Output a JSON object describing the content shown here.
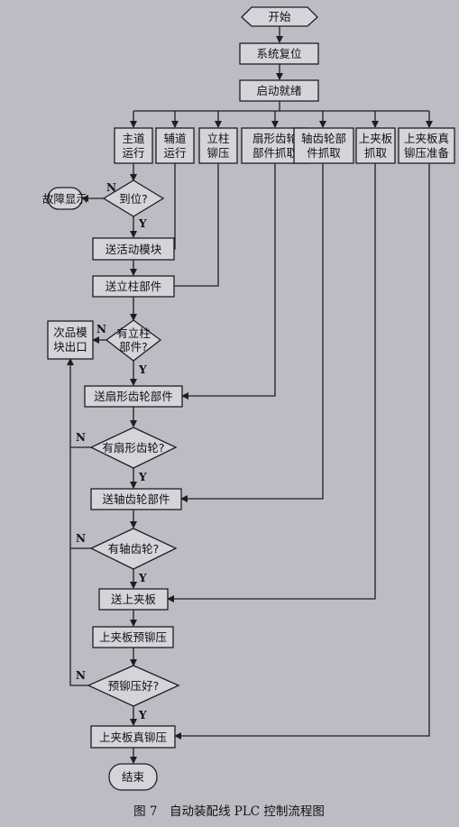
{
  "nodes": {
    "start": "开始",
    "reset": "系统复位",
    "ready": "启动就绪",
    "main_lane": [
      "主道",
      "运行"
    ],
    "aux_lane": [
      "辅道",
      "运行"
    ],
    "column_press": [
      "立柱",
      "铆压"
    ],
    "sector_gear_grab": [
      "扇形齿轮",
      "部件抓取"
    ],
    "shaft_gear_grab": [
      "轴齿轮部",
      "件抓取"
    ],
    "upper_plate_grab": [
      "上夹板",
      "抓取"
    ],
    "upper_plate_prep": [
      "上夹板真",
      "铆压准备"
    ],
    "in_position": "到位?",
    "fault_display": "故障显示",
    "send_moving_module": "送活动模块",
    "send_column_part": "送立柱部件",
    "has_column": [
      "有立柱",
      "部件?"
    ],
    "defective_out": [
      "次品模",
      "块出口"
    ],
    "send_sector_gear": "送扇形齿轮部件",
    "has_sector_gear": "有扇形齿轮?",
    "send_shaft_gear": "送轴齿轮部件",
    "has_shaft_gear": "有轴齿轮?",
    "send_upper_plate": "送上夹板",
    "upper_plate_prerivet": "上夹板预铆压",
    "prerivet_ok": "预铆压好?",
    "upper_plate_final_rivet": "上夹板真铆压",
    "end": "结束"
  },
  "labels": {
    "yes": "Y",
    "no": "N"
  },
  "caption": "图 7　自动装配线 PLC 控制流程图"
}
